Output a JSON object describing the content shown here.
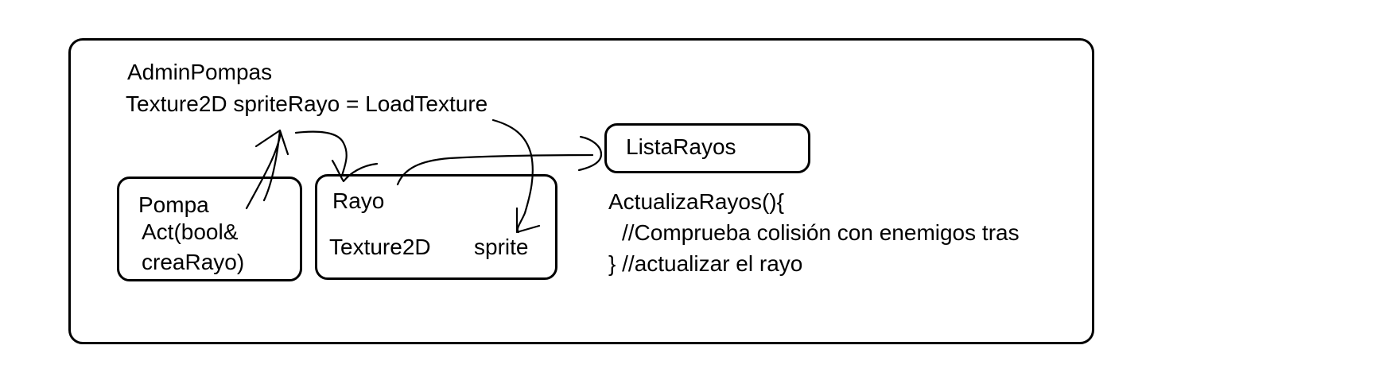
{
  "admin": {
    "title": "AdminPompas",
    "declaration": "Texture2D spriteRayo = LoadTexture"
  },
  "pompa": {
    "name": "Pompa",
    "method_line1": "Act(bool&",
    "method_line2": "creaRayo)"
  },
  "rayo": {
    "name": "Rayo",
    "field_type": "Texture2D",
    "field_name": "sprite"
  },
  "lista": {
    "name": "ListaRayos"
  },
  "actualiza": {
    "line1": "ActualizaRayos(){",
    "line2": "//Comprueba colisión con enemigos tras",
    "line3": "} //actualizar el rayo"
  },
  "colors": {
    "ink": "#000000",
    "background": "#ffffff"
  }
}
